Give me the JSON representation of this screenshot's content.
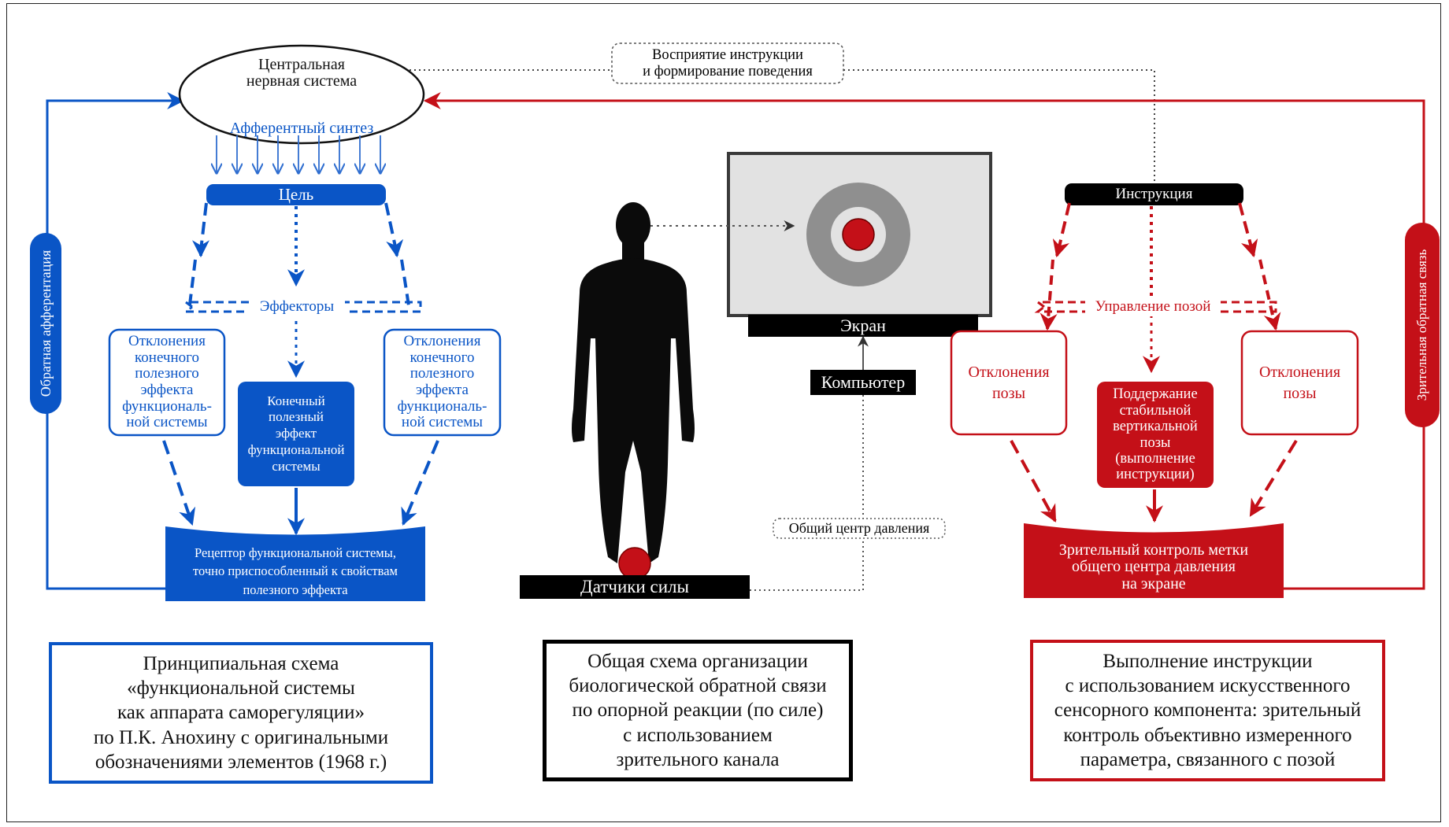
{
  "colors": {
    "blue": "#0a55c6",
    "blue_light": "#2f6ed0",
    "red": "#c41018",
    "black": "#000000",
    "gray_dark": "#8f8f8f",
    "gray_light": "#e2e2e2"
  },
  "left": {
    "cns": "Центральная\nнервная система",
    "afferent_synthesis": "Афферентный синтез",
    "goal": "Цель",
    "effectors": "Эффекторы",
    "deviation_left": "Отклонения\nконечного\nполезного\nэффекта\nфункциональ-\nной системы",
    "final_effect": "Конечный\nполезный\nэффект\nфункциональной\nсистемы",
    "deviation_right": "Отклонения\nконечного\nполезного\nэффекта\nфункциональ-\nной системы",
    "receptor": "Рецептор функциональной системы,\nточно приспособленный к свойствам\nполезного эффекта",
    "feedback_vertical": "Обратная афферентация",
    "caption": "Принципиальная схема\n«функциональной системы\nкак аппарата саморегуляции»\nпо П.К. Анохину с оригинальными\nобозначениями элементов (1968 г.)"
  },
  "center": {
    "perception": "Восприятие инструкции\nи формирование  поведения",
    "screen": "Экран",
    "computer": "Компьютер",
    "pressure_center": "Общий центр давления",
    "force_sensors": "Датчики силы",
    "caption": "Общая схема организации\nбиологической обратной связи\nпо опорной реакции (по силе)\nс использованием\nзрительного канала"
  },
  "right": {
    "instruction": "Инструкция",
    "posture_control": "Управление позой",
    "deviation_left": "Отклонения\nпозы",
    "maintain": "Поддержание\nстабильной\nвертикальной\nпозы\n(выполнение\nинструкции)",
    "deviation_right": "Отклонения\nпозы",
    "visual_control": "Зрительный контроль метки\nобщего  центра давления\nна экране",
    "feedback_vertical": "Зрительная обратная связь",
    "caption": "Выполнение инструкции\nс использованием искусственного\nсенсорного компонента: зрительный\nконтроль объективно измеренного\nпараметра, связанного с позой"
  }
}
